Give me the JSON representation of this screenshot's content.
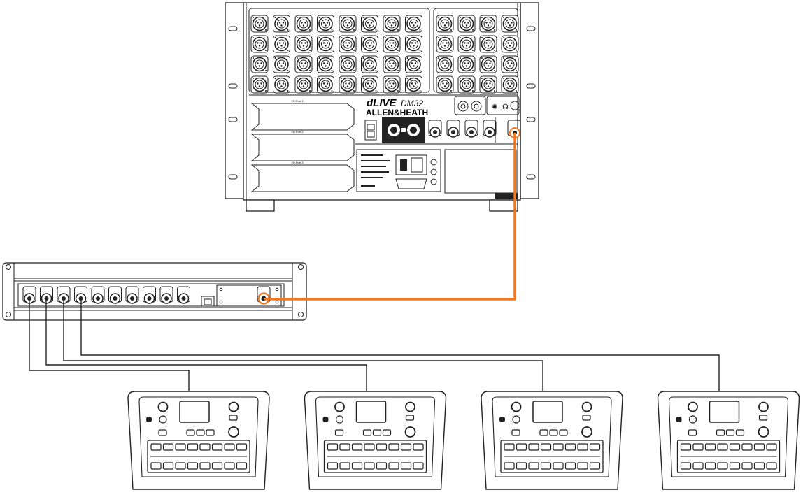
{
  "mixrack": {
    "brand_logo": "dLIVE",
    "model": "DM32",
    "maker": "ALLEN&HEATH",
    "io_port_labels": [
      "I/O Port 1",
      "I/O Port 2",
      "I/O Port 3"
    ],
    "input_count": 32,
    "output_count": 16
  },
  "expander": {
    "port_count": 10
  },
  "remote_units": {
    "count": 4
  },
  "colors": {
    "link_cable": "#f07820",
    "line": "#222222",
    "background": "#ffffff"
  }
}
